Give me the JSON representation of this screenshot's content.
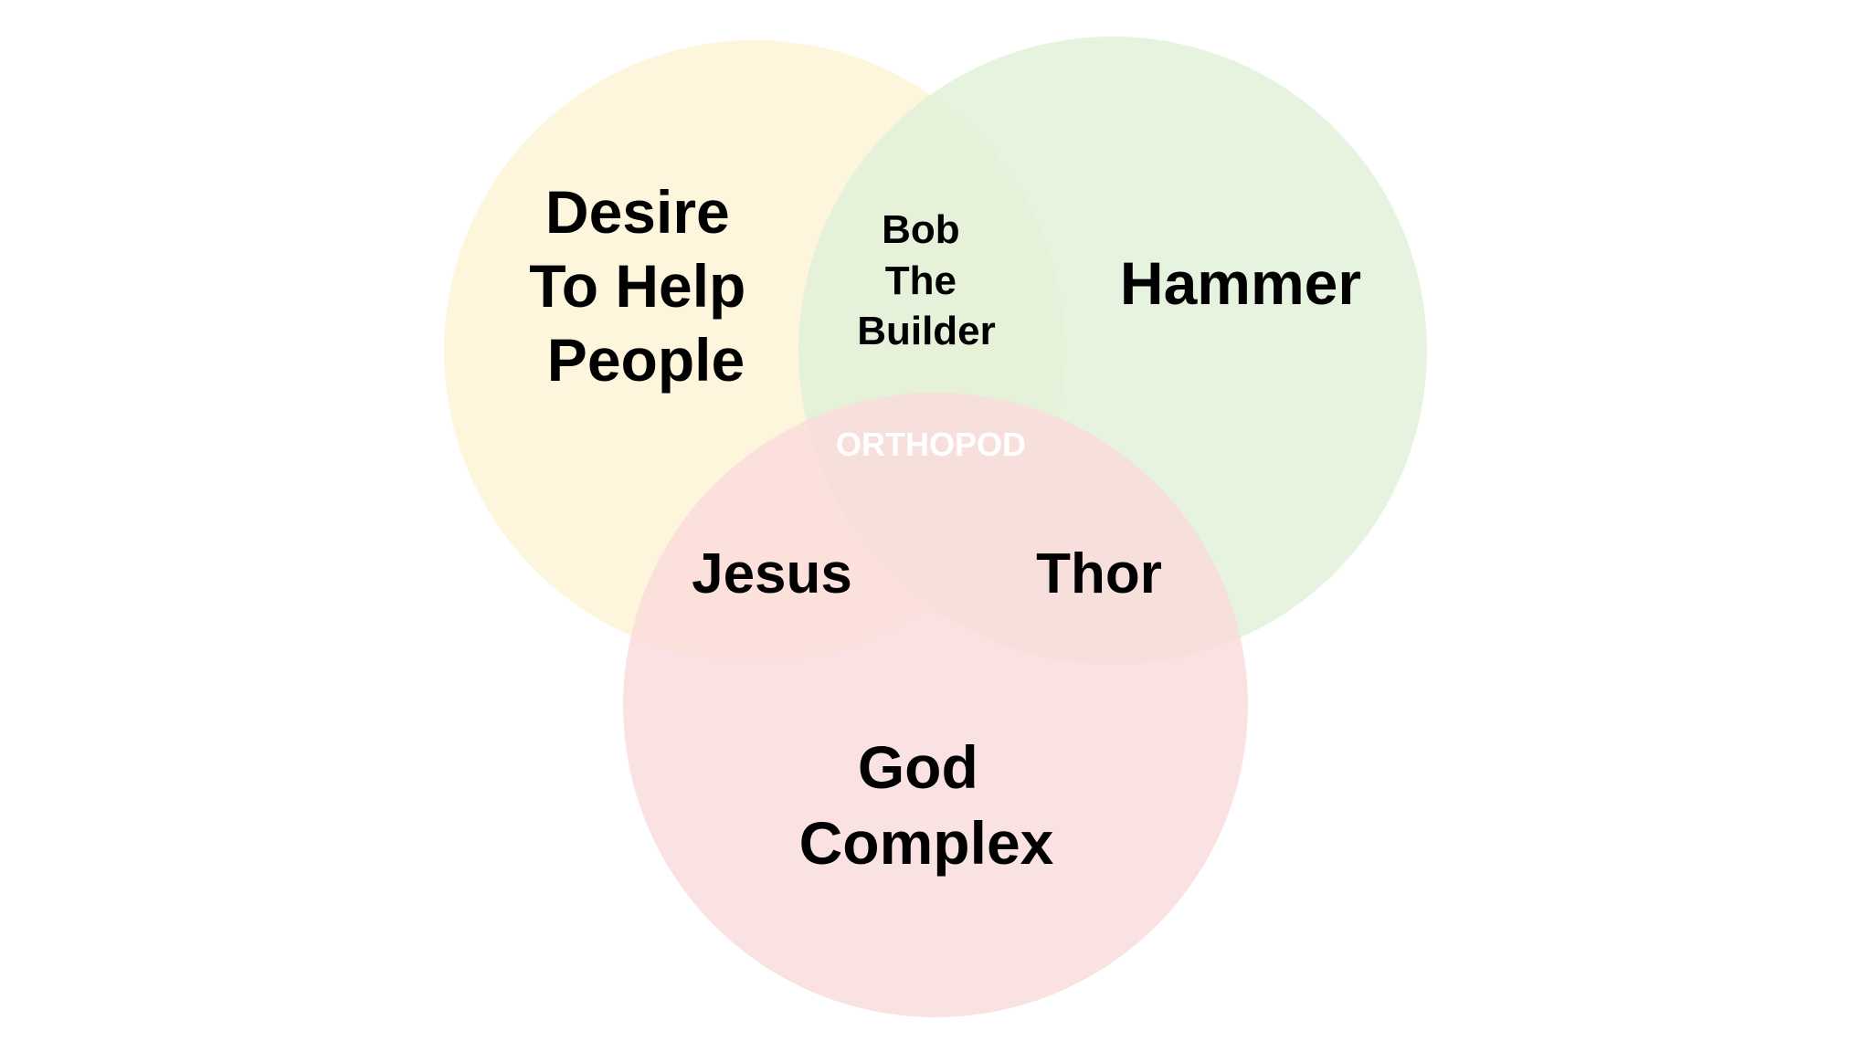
{
  "diagram": {
    "type": "venn",
    "sets": [
      {
        "id": "set-desire",
        "label_lines": [
          "Desire",
          "To Help",
          "People"
        ],
        "color": "#fdf3d4"
      },
      {
        "id": "set-hammer",
        "label_lines": [
          "Hammer"
        ],
        "color": "#dff0d8"
      },
      {
        "id": "set-god",
        "label_lines": [
          "God",
          "Complex"
        ],
        "color": "#fadcdc"
      }
    ],
    "intersections": [
      {
        "id": "overlap-desire-hammer",
        "label_lines": [
          "Bob",
          "The",
          "Builder"
        ]
      },
      {
        "id": "overlap-desire-god",
        "label_lines": [
          "Jesus"
        ]
      },
      {
        "id": "overlap-hammer-god",
        "label_lines": [
          "Thor"
        ]
      },
      {
        "id": "overlap-center",
        "label_lines": [
          "ORTHOPOD"
        ]
      }
    ],
    "colors": {
      "text": "#000000",
      "center_text": "#ffffff"
    }
  }
}
